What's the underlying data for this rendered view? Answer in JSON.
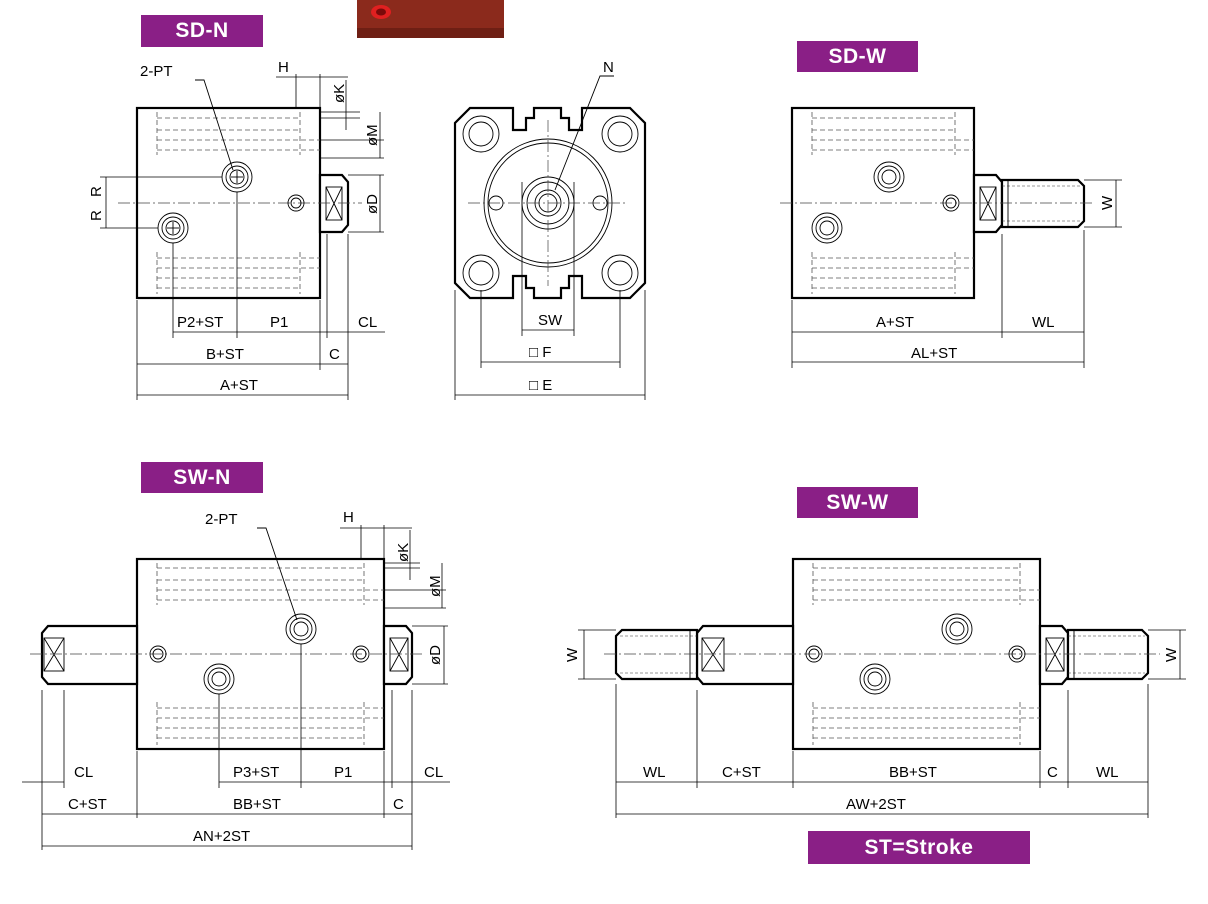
{
  "labels": {
    "sd_n": "SD-N",
    "sd_w": "SD-W",
    "sw_n": "SW-N",
    "sw_w": "SW-W",
    "stroke_note": "ST=Stroke"
  },
  "dims": {
    "pt2": "2-PT",
    "h": "H",
    "ok": "øK",
    "om": "øM",
    "od": "øD",
    "r": "R",
    "p2_st": "P2+ST",
    "p1": "P1",
    "cl": "CL",
    "b_st": "B+ST",
    "c": "C",
    "a_st": "A+ST",
    "n": "N",
    "sw": "SW",
    "f": "□ F",
    "e": "□ E",
    "w": "W",
    "wl": "WL",
    "al_st": "AL+ST",
    "p3_st": "P3+ST",
    "c_st": "C+ST",
    "bb_st": "BB+ST",
    "an_2st": "AN+2ST",
    "aw_2st": "AW+2ST"
  },
  "colors": {
    "badge": "#8a1f86",
    "photo_body": "#8b2a1c",
    "photo_port": "#e02020"
  }
}
